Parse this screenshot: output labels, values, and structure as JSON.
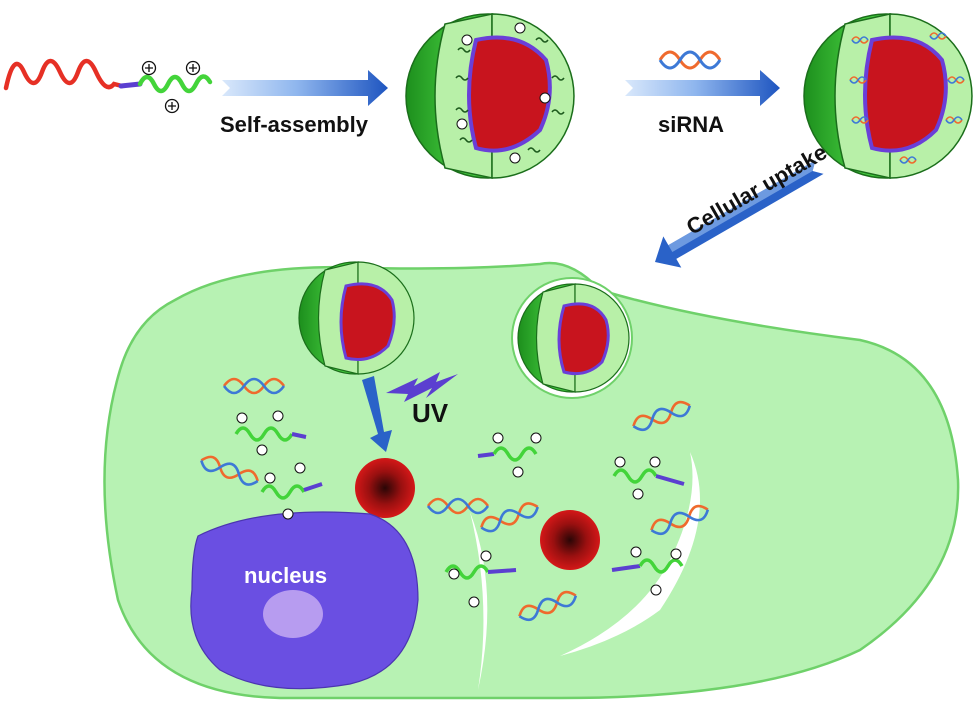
{
  "labels": {
    "self_assembly": "Self-assembly",
    "sirna": "siRNA",
    "cellular_uptake": "Cellular uptake",
    "uv": "UV",
    "nucleus": "nucleus"
  },
  "colors": {
    "shell_green": "#3cc43c",
    "core_red": "#c8141e",
    "core_border": "#6a3fd8",
    "cell_fill": "#b7f2b3",
    "cell_border": "#6fd16a",
    "nucleus_fill": "#6a4fe2",
    "nucleolus_fill": "#b79cf0",
    "arrow_blue": "#2a62c8",
    "polymer_red": "#e63025",
    "polymer_green": "#43d43a",
    "linker_purple": "#5b3fd0",
    "dna_orange": "#ef6a2d",
    "dna_blue": "#3d79d6"
  }
}
